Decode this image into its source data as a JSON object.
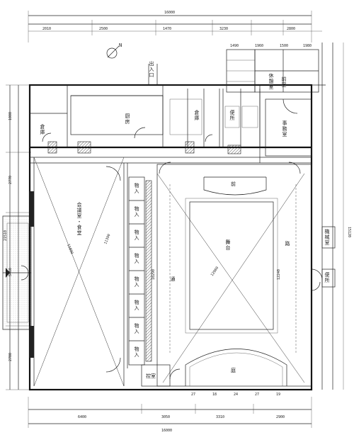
{
  "dimensions": {
    "top_overall": "16000",
    "bottom_overall": "16000",
    "bottom_segments": [
      "6400",
      "3050",
      "3310",
      "2900"
    ],
    "left_vertical": [
      "1000",
      "2770",
      "5460",
      "2700"
    ],
    "left_total": "21510",
    "hall_left_span": "11390",
    "hall_span": "10290",
    "diag_1": "11890",
    "diag_2": "12900",
    "stage_width": "12240",
    "right_span": "15120",
    "small_top": [
      "2010",
      "2500",
      "1470",
      "3230",
      "2800"
    ],
    "stair_top": [
      "1490",
      "1960",
      "1500",
      "1980"
    ]
  },
  "rooms": {
    "entrance": "出入口",
    "kitchen": "厨房",
    "storage_a": "倉庫",
    "storage_b": "倉庫",
    "toilet_top": "便所",
    "office": "事務室",
    "lounge": "休憩室",
    "front_room": "前室",
    "stage": "舞台",
    "hall": "会議室・食堂",
    "closet": "物入",
    "toilet_right": "便所",
    "machine_room": "機械室",
    "small_room": "控室",
    "yard": "庭",
    "stage_front": "前",
    "aisle_1": "通",
    "aisle_2": "路"
  },
  "closets": [
    "物入",
    "物入",
    "物入",
    "物入",
    "物入",
    "物入",
    "物入",
    "物入"
  ],
  "compass": {
    "label": "N"
  },
  "grid_marks": [
    "27",
    "18",
    "24",
    "27",
    "19"
  ]
}
